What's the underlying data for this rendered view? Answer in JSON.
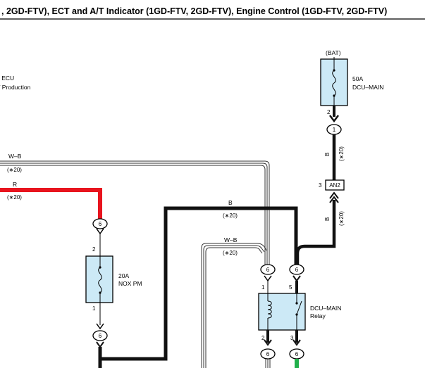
{
  "header": {
    "title": ", 2GD-FTV), ECT and A/T Indicator (1GD-FTV, 2GD-FTV), Engine Control (1GD-FTV, 2GD-FTV)"
  },
  "ecu": {
    "line1": "l ECU",
    "line2": "/ Production"
  },
  "battery_label": "(BAT)",
  "fuses": {
    "dcu_main": {
      "amp": "50A",
      "name": "DCU–MAIN",
      "pin_in": "2"
    },
    "nox_pm": {
      "amp": "20A",
      "name": "NOX PM",
      "pin_top": "2",
      "pin_bottom": "1"
    }
  },
  "relay": {
    "name": "DCU–MAIN",
    "type": "Relay",
    "pins": {
      "p1": "1",
      "p5": "5",
      "p2": "2",
      "p3": "3"
    }
  },
  "connectors": {
    "c_bat": "1",
    "c_an2_pin": "3",
    "c_an2_name": "AN2",
    "c_nox_top": "6",
    "c_nox_bottom": "6",
    "c_relay_left": "6",
    "c_relay_right": "6",
    "c_relay_bottom_left": "6",
    "c_relay_bottom_right": "6"
  },
  "wires": {
    "wb_top": {
      "color_code": "W–B",
      "spec": "(∗20)"
    },
    "r": {
      "color_code": "R",
      "spec": "(∗20)"
    },
    "b_mid": {
      "color_code": "B",
      "spec": "(∗20)"
    },
    "wb_mid": {
      "color_code": "W–B",
      "spec": "(∗20)"
    },
    "b_vertical_upper": {
      "color_code": "B",
      "spec": "(∗20)"
    },
    "b_vertical_lower": {
      "color_code": "B",
      "spec": "(∗20)"
    }
  },
  "colors": {
    "wire_black": "#111111",
    "wire_red": "#e8141e",
    "wire_green": "#22b04b",
    "component_fill": "#cce9f6"
  }
}
